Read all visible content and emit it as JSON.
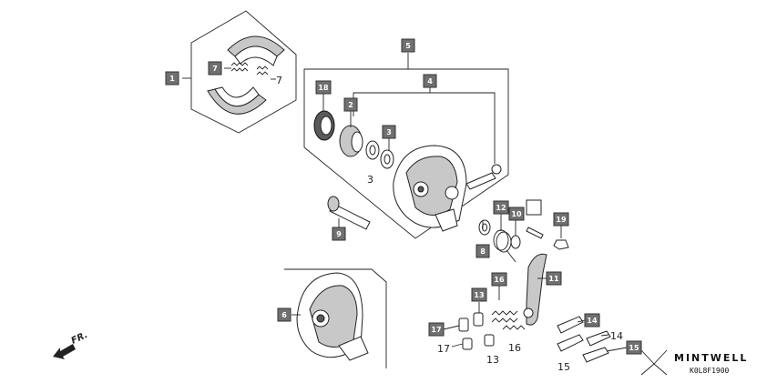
{
  "callouts": {
    "c1": "1",
    "c7a": "7",
    "c7b": "7",
    "c5": "5",
    "c4": "4",
    "c18": "18",
    "c2": "2",
    "c3a": "3",
    "c3b": "3",
    "c9": "9",
    "c12": "12",
    "c10": "10",
    "c19": "19",
    "c8a": "8",
    "c11": "11",
    "c8b": "6",
    "c13a": "13",
    "c16a": "16",
    "c17a": "17",
    "c17b": "17",
    "c13b": "13",
    "c16b": "16",
    "c14a": "14",
    "c14b": "14",
    "c15a": "15",
    "c15b": "15"
  },
  "branding": {
    "name": "MINTWELL",
    "code": "K0L8F1900"
  },
  "direction": {
    "label": "FR."
  }
}
